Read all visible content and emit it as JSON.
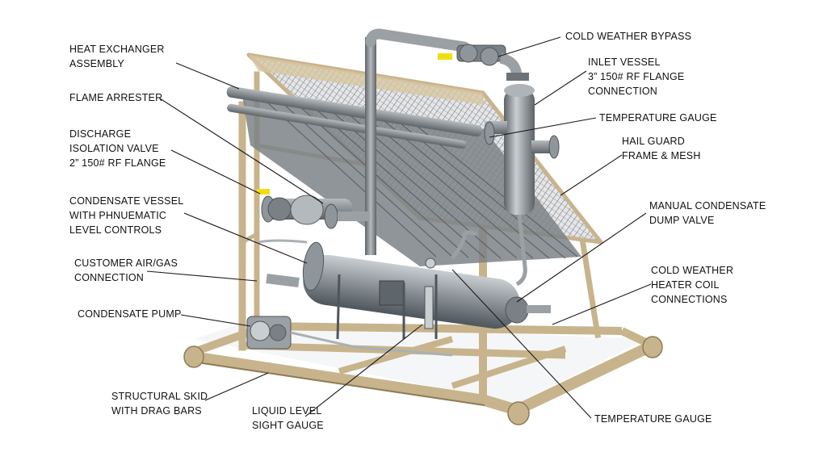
{
  "colors": {
    "frame": "#c8b48c",
    "frame_dark": "#8e7c58",
    "steel": "#8f969b",
    "steel_light": "#c9ced1",
    "steel_dark": "#4f565b",
    "mesh": "#6d7074",
    "valve_handle": "#f2de10",
    "leader": "#1a1a1a"
  },
  "labels": {
    "heat_exchanger": "HEAT EXCHANGER\nASSEMBLY",
    "flame_arrester": "FLAME ARRESTER",
    "discharge_valve": "DISCHARGE\nISOLATION VALVE\n2” 150# RF FLANGE",
    "condensate_vessel": "CONDENSATE VESSEL\nWITH PHNUEMATIC\nLEVEL CONTROLS",
    "customer_connection": "CUSTOMER AIR/GAS\nCONNECTION",
    "condensate_pump": "CONDENSATE PUMP",
    "structural_skid": "STRUCTURAL SKID\nWITH DRAG BARS",
    "liquid_level": "LIQUID LEVEL\nSIGHT GAUGE",
    "cold_weather_bypass": "COLD WEATHER BYPASS",
    "inlet_vessel": "INLET VESSEL\n3” 150# RF FLANGE\nCONNECTION",
    "temperature_gauge_top": "TEMPERATURE GAUGE",
    "hail_guard": "HAIL GUARD\nFRAME & MESH",
    "manual_dump_valve": "MANUAL CONDENSATE\nDUMP VALVE",
    "heater_coil": "COLD WEATHER\nHEATER COIL\nCONNECTIONS",
    "temperature_gauge_bottom": "TEMPERATURE GAUGE"
  }
}
